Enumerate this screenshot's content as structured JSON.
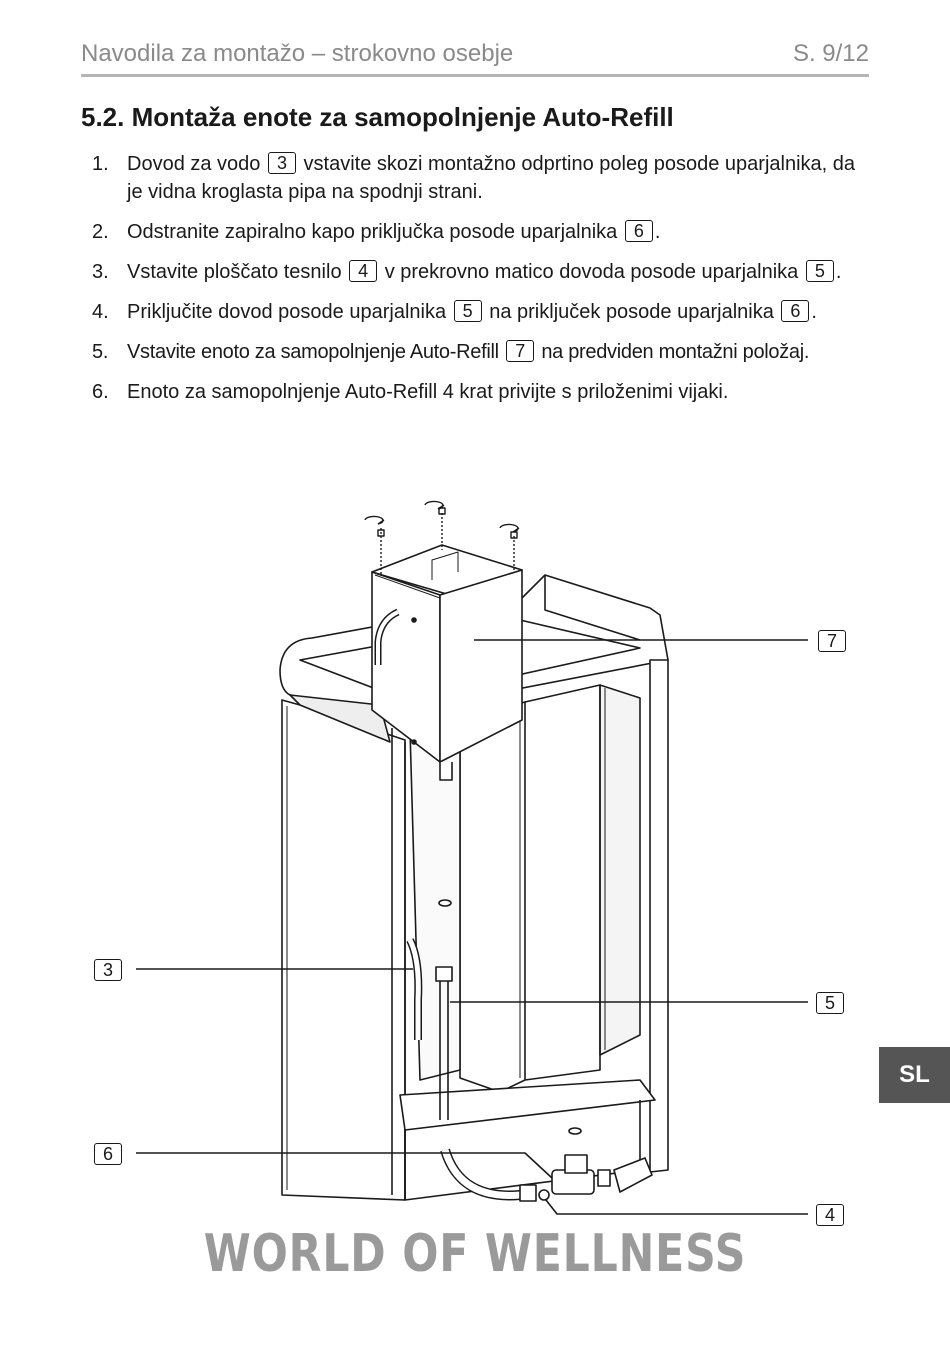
{
  "header": {
    "title": "Navodila za montažo – strokovno osebje",
    "page": "S. 9/12"
  },
  "section": {
    "title": "5.2.  Montaža enote za samopolnjenje Auto-Refill"
  },
  "steps": [
    {
      "num": "1.",
      "before": "Dovod za vodo",
      "ref": "3",
      "after": "vstavite skozi montažno odprtino poleg posode uparjalnika, da je vidna kroglasta pipa na spodnji strani."
    },
    {
      "num": "2.",
      "before": "Odstranite zapiralno kapo priključka posode uparjalnika",
      "ref": "6",
      "after": "."
    },
    {
      "num": "3.",
      "before": "Vstavite ploščato tesnilo",
      "ref": "4",
      "after": "v prekrovno matico dovoda posode uparjalnika",
      "ref2": "5",
      "after2": "."
    },
    {
      "num": "4.",
      "before": "Priključite dovod posode uparjalnika",
      "ref": "5",
      "after": "na priključek posode uparjalnika",
      "ref2": "6",
      "after2": "."
    },
    {
      "num": "5.",
      "before": "Vstavite enoto za samopolnjenje Auto-Refill",
      "ref": "7",
      "after": "na predviden montažni položaj."
    },
    {
      "num": "6.",
      "before": "Enoto za samopolnjenje Auto-Refill 4 krat privijte s priloženimi vijaki."
    }
  ],
  "figure": {
    "callouts": {
      "c7": "7",
      "c3": "3",
      "c5": "5",
      "c6": "6",
      "c4": "4"
    }
  },
  "language_tab": "SL",
  "brand": "WORLD OF WELLNESS"
}
